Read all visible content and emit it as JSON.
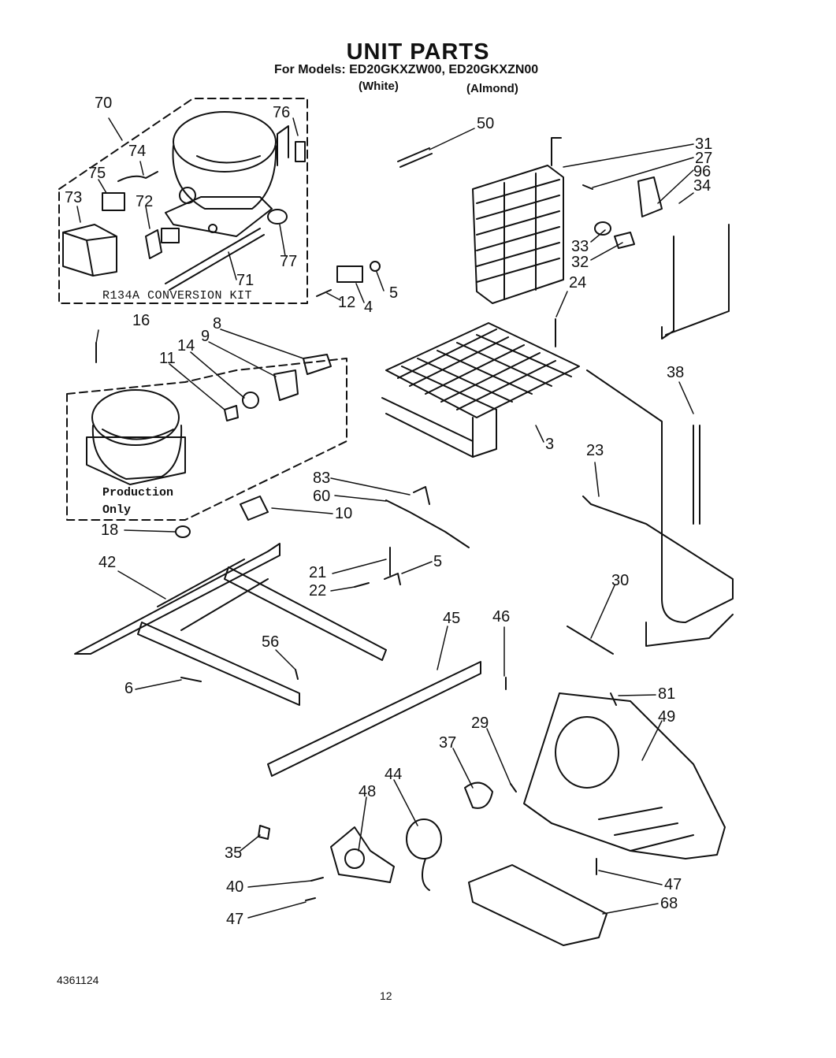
{
  "header": {
    "title": "UNIT PARTS",
    "models_line": "For Models: ED20GKXZW00, ED20GKXZN00",
    "color_white": "(White)",
    "color_almond": "(Almond)"
  },
  "labels": {
    "kit": "R134A CONVERSION KIT",
    "production_line1": "Production",
    "production_line2": "Only"
  },
  "callouts": [
    "70",
    "76",
    "74",
    "75",
    "73",
    "72",
    "71",
    "77",
    "50",
    "31",
    "27",
    "96",
    "34",
    "33",
    "32",
    "24",
    "5",
    "4",
    "12",
    "16",
    "8",
    "9",
    "14",
    "11",
    "3",
    "38",
    "23",
    "83",
    "60",
    "10",
    "18",
    "42",
    "21",
    "22",
    "5",
    "30",
    "45",
    "46",
    "56",
    "6",
    "81",
    "49",
    "29",
    "37",
    "44",
    "48",
    "35",
    "40",
    "47",
    "47",
    "68"
  ],
  "footer": {
    "doc_number": "4361124",
    "page_number": "12"
  }
}
